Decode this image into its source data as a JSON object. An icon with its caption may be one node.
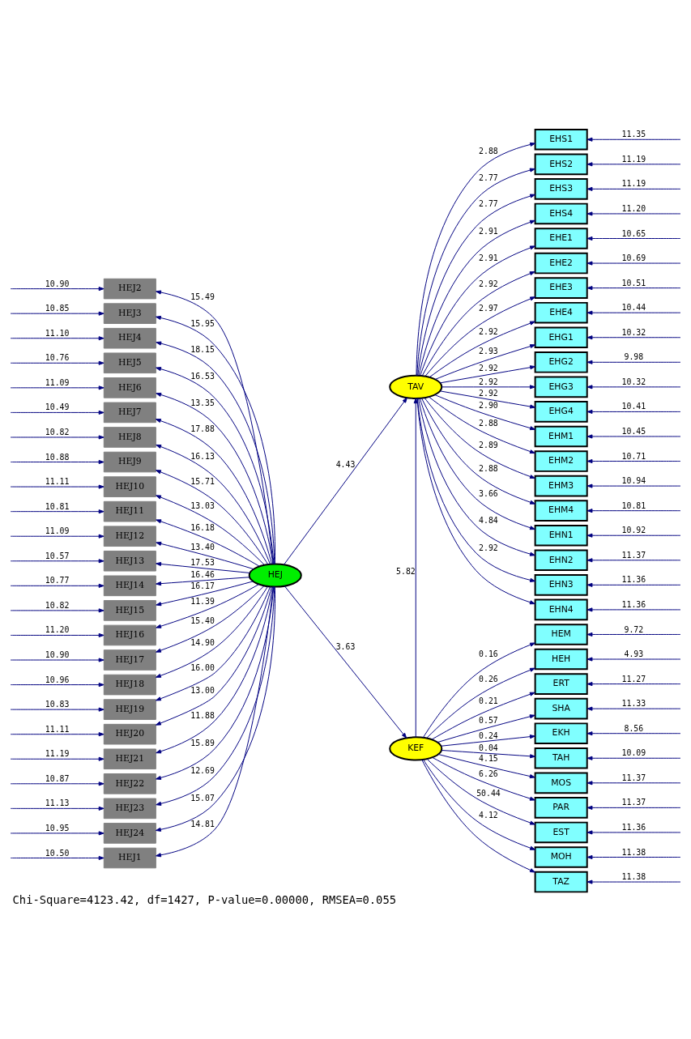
{
  "diagram": {
    "caption": "Chi-Square=4123.42, df=1427, P-value=0.00000, RMSEA=0.055",
    "nodes": [
      {
        "text": [
          "HEJ1"
        ]
      },
      {
        "text": [
          "HEJ2"
        ]
      },
      {
        "text": [
          "HEJ3"
        ]
      },
      {
        "text": [
          "HEJ4"
        ]
      },
      {
        "text": [
          "HEJ5"
        ]
      },
      {
        "text": [
          "HEJ6"
        ]
      },
      {
        "text": [
          "HEJ7"
        ]
      },
      {
        "text": [
          "HEJ8"
        ]
      },
      {
        "text": [
          "HEJ9"
        ]
      },
      {
        "text": [
          "HEJ10"
        ]
      },
      {
        "text": [
          "HEJ11"
        ]
      },
      {
        "text": [
          "HEJ12"
        ]
      },
      {
        "text": [
          "HEJ13"
        ]
      },
      {
        "text": [
          "HEJ14"
        ]
      },
      {
        "text": [
          "HEJ15"
        ]
      },
      {
        "text": [
          "HEJ16"
        ]
      },
      {
        "text": [
          "HEJ17"
        ]
      },
      {
        "text": [
          "HEJ18"
        ]
      },
      {
        "text": [
          "HEJ19"
        ]
      },
      {
        "text": [
          "HEJ20"
        ]
      },
      {
        "text": [
          "HEJ21"
        ]
      },
      {
        "text": [
          "HEJ22"
        ]
      },
      {
        "text": [
          "HEJ23"
        ]
      },
      {
        "text": [
          "HEJ24"
        ]
      },
      {
        "text": [
          "HEJ"
        ]
      },
      {
        "text": [
          "TAV"
        ]
      },
      {
        "text": [
          "KEF"
        ]
      },
      {
        "text": [
          "EHS1"
        ]
      },
      {
        "text": [
          "EHS2"
        ]
      },
      {
        "text": [
          "EHS3"
        ]
      },
      {
        "text": [
          "EHS4"
        ]
      },
      {
        "text": [
          "EHE1"
        ]
      },
      {
        "text": [
          "EHE2"
        ]
      },
      {
        "text": [
          "EHE3"
        ]
      },
      {
        "text": [
          "EHE4"
        ]
      },
      {
        "text": [
          "EHG1"
        ]
      },
      {
        "text": [
          "EHG2"
        ]
      },
      {
        "text": [
          "EHG3"
        ]
      },
      {
        "text": [
          "EHG4"
        ]
      },
      {
        "text": [
          "EHM1"
        ]
      },
      {
        "text": [
          "EHM2"
        ]
      },
      {
        "text": [
          "EHM3"
        ]
      },
      {
        "text": [
          "EHM4"
        ]
      },
      {
        "text": [
          "EHN1"
        ]
      },
      {
        "text": [
          "EHN2"
        ]
      },
      {
        "text": [
          "EHN3"
        ]
      },
      {
        "text": [
          "EHN4"
        ]
      },
      {
        "text": [
          "HEM"
        ]
      },
      {
        "text": [
          "HEH"
        ]
      },
      {
        "text": [
          "ERT"
        ]
      },
      {
        "text": [
          "SHA"
        ]
      },
      {
        "text": [
          "EKH"
        ]
      },
      {
        "text": [
          "TAH"
        ]
      },
      {
        "text": [
          "MOS"
        ]
      },
      {
        "text": [
          "PAR"
        ]
      },
      {
        "text": [
          "EST"
        ]
      },
      {
        "text": [
          "MOH"
        ]
      },
      {
        "text": [
          "TAZ"
        ]
      }
    ],
    "edges": [
      {
        "from": 24,
        "to": 0,
        "arrow": "to",
        "label": "14.81"
      },
      {
        "from": 24,
        "to": 1,
        "arrow": "to",
        "label": "15.49"
      },
      {
        "from": 24,
        "to": 2,
        "arrow": "to",
        "label": "15.95"
      },
      {
        "from": 24,
        "to": 3,
        "arrow": "to",
        "label": "18.15"
      },
      {
        "from": 24,
        "to": 4,
        "arrow": "to",
        "label": "16.53"
      },
      {
        "from": 24,
        "to": 5,
        "arrow": "to",
        "label": "13.35"
      },
      {
        "from": 24,
        "to": 6,
        "arrow": "to",
        "label": "17.88"
      },
      {
        "from": 24,
        "to": 7,
        "arrow": "to",
        "label": "16.13"
      },
      {
        "from": 24,
        "to": 8,
        "arrow": "to",
        "label": "15.71"
      },
      {
        "from": 24,
        "to": 9,
        "arrow": "to",
        "label": "13.03"
      },
      {
        "from": 24,
        "to": 10,
        "arrow": "to",
        "label": "16.18"
      },
      {
        "from": 24,
        "to": 11,
        "arrow": "to",
        "label": "13.40"
      },
      {
        "from": 24,
        "to": 12,
        "arrow": "to",
        "label": "17.53"
      },
      {
        "from": 24,
        "to": 13,
        "arrow": "to",
        "label": "16.46"
      },
      {
        "from": 24,
        "to": 14,
        "arrow": "to",
        "label": "16.17"
      },
      {
        "from": 24,
        "to": 15,
        "arrow": "to",
        "label": "11.39"
      },
      {
        "from": 24,
        "to": 16,
        "arrow": "to",
        "label": "15.40"
      },
      {
        "from": 24,
        "to": 17,
        "arrow": "to",
        "label": "14.90"
      },
      {
        "from": 24,
        "to": 18,
        "arrow": "to",
        "label": "16.00"
      },
      {
        "from": 24,
        "to": 19,
        "arrow": "to",
        "label": "13.00"
      },
      {
        "from": 24,
        "to": 20,
        "arrow": "to",
        "label": "11.88"
      },
      {
        "from": 24,
        "to": 21,
        "arrow": "to",
        "label": "15.89"
      },
      {
        "from": 24,
        "to": 22,
        "arrow": "to",
        "label": "12.69"
      },
      {
        "from": 24,
        "to": 23,
        "arrow": "to",
        "label": "15.07"
      },
      {
        "from": 24,
        "to": 25,
        "arrow": "to",
        "label": "4.43"
      },
      {
        "from": 24,
        "to": 26,
        "arrow": "to",
        "label": "3.63"
      },
      {
        "from": 26,
        "to": 25,
        "arrow": "to",
        "label": "5.82"
      },
      {
        "from": 25,
        "to": 27,
        "arrow": "to",
        "label": "2.88"
      },
      {
        "from": 25,
        "to": 28,
        "arrow": "to",
        "label": "2.77"
      },
      {
        "from": 25,
        "to": 29,
        "arrow": "to",
        "label": "2.77"
      },
      {
        "from": 25,
        "to": 30,
        "arrow": "to",
        "label": "2.91"
      },
      {
        "from": 25,
        "to": 31,
        "arrow": "to",
        "label": "2.91"
      },
      {
        "from": 25,
        "to": 32,
        "arrow": "to",
        "label": "2.92"
      },
      {
        "from": 25,
        "to": 33,
        "arrow": "to",
        "label": "2.97"
      },
      {
        "from": 25,
        "to": 34,
        "arrow": "to",
        "label": "2.92"
      },
      {
        "from": 25,
        "to": 35,
        "arrow": "to",
        "label": "2.93"
      },
      {
        "from": 25,
        "to": 36,
        "arrow": "to",
        "label": "2.92"
      },
      {
        "from": 25,
        "to": 37,
        "arrow": "to",
        "label": "2.92"
      },
      {
        "from": 25,
        "to": 38,
        "arrow": "to",
        "label": "2.92"
      },
      {
        "from": 25,
        "to": 39,
        "arrow": "to",
        "label": "2.90"
      },
      {
        "from": 25,
        "to": 40,
        "arrow": "to",
        "label": "2.88"
      },
      {
        "from": 25,
        "to": 41,
        "arrow": "to",
        "label": "2.89"
      },
      {
        "from": 25,
        "to": 42,
        "arrow": "to",
        "label": "2.88"
      },
      {
        "from": 25,
        "to": 43,
        "arrow": "to",
        "label": "3.66"
      },
      {
        "from": 25,
        "to": 44,
        "arrow": "to",
        "label": "4.84"
      },
      {
        "from": 25,
        "to": 45,
        "arrow": "to",
        "label": "2.92"
      },
      {
        "from": 25,
        "to": 46,
        "arrow": "to"
      },
      {
        "from": 26,
        "to": 47,
        "arrow": "to",
        "label": "0.16"
      },
      {
        "from": 26,
        "to": 48,
        "arrow": "to",
        "label": "0.26"
      },
      {
        "from": 26,
        "to": 49,
        "arrow": "to",
        "label": "0.21"
      },
      {
        "from": 26,
        "to": 50,
        "arrow": "to",
        "label": "0.57"
      },
      {
        "from": 26,
        "to": 51,
        "arrow": "to",
        "label": "0.24"
      },
      {
        "from": 26,
        "to": 52,
        "arrow": "to",
        "label": "0.04"
      },
      {
        "from": 26,
        "to": 53,
        "arrow": "to",
        "label": "4.15"
      },
      {
        "from": 26,
        "to": 54,
        "arrow": "to",
        "label": "6.26"
      },
      {
        "from": 26,
        "to": 55,
        "arrow": "to",
        "label": "50.44"
      },
      {
        "from": 26,
        "to": 56,
        "arrow": "to",
        "label": "4.12"
      },
      {
        "from": 26,
        "to": 57,
        "arrow": "to"
      },
      {
        "from": null,
        "to": 0,
        "arrow": "to",
        "label": "10.50"
      },
      {
        "from": null,
        "to": 1,
        "arrow": "to",
        "label": "10.90"
      },
      {
        "from": null,
        "to": 2,
        "arrow": "to",
        "label": "10.85"
      },
      {
        "from": null,
        "to": 3,
        "arrow": "to",
        "label": "11.10"
      },
      {
        "from": null,
        "to": 4,
        "arrow": "to",
        "label": "10.76"
      },
      {
        "from": null,
        "to": 5,
        "arrow": "to",
        "label": "11.09"
      },
      {
        "from": null,
        "to": 6,
        "arrow": "to",
        "label": "10.49"
      },
      {
        "from": null,
        "to": 7,
        "arrow": "to",
        "label": "10.82"
      },
      {
        "from": null,
        "to": 8,
        "arrow": "to",
        "label": "10.88"
      },
      {
        "from": null,
        "to": 9,
        "arrow": "to",
        "label": "11.11"
      },
      {
        "from": null,
        "to": 10,
        "arrow": "to",
        "label": "10.81"
      },
      {
        "from": null,
        "to": 11,
        "arrow": "to",
        "label": "11.09"
      },
      {
        "from": null,
        "to": 12,
        "arrow": "to",
        "label": "10.57"
      },
      {
        "from": null,
        "to": 13,
        "arrow": "to",
        "label": "10.77"
      },
      {
        "from": null,
        "to": 14,
        "arrow": "to",
        "label": "10.82"
      },
      {
        "from": null,
        "to": 15,
        "arrow": "to",
        "label": "11.20"
      },
      {
        "from": null,
        "to": 16,
        "arrow": "to",
        "label": "10.90"
      },
      {
        "from": null,
        "to": 17,
        "arrow": "to",
        "label": "10.96"
      },
      {
        "from": null,
        "to": 18,
        "arrow": "to",
        "label": "10.83"
      },
      {
        "from": null,
        "to": 19,
        "arrow": "to",
        "label": "11.11"
      },
      {
        "from": null,
        "to": 20,
        "arrow": "to",
        "label": "11.19"
      },
      {
        "from": null,
        "to": 21,
        "arrow": "to",
        "label": "10.87"
      },
      {
        "from": null,
        "to": 22,
        "arrow": "to",
        "label": "11.13"
      },
      {
        "from": null,
        "to": 23,
        "arrow": "to",
        "label": "10.95"
      },
      {
        "from": null,
        "to": 27,
        "arrow": "to",
        "label": "11.35"
      },
      {
        "from": null,
        "to": 28,
        "arrow": "to",
        "label": "11.19"
      },
      {
        "from": null,
        "to": 29,
        "arrow": "to",
        "label": "11.19"
      },
      {
        "from": null,
        "to": 30,
        "arrow": "to",
        "label": "11.20"
      },
      {
        "from": null,
        "to": 31,
        "arrow": "to",
        "label": "10.65"
      },
      {
        "from": null,
        "to": 32,
        "arrow": "to",
        "label": "10.69"
      },
      {
        "from": null,
        "to": 33,
        "arrow": "to",
        "label": "10.51"
      },
      {
        "from": null,
        "to": 34,
        "arrow": "to",
        "label": "10.44"
      },
      {
        "from": null,
        "to": 35,
        "arrow": "to",
        "label": "10.32"
      },
      {
        "from": null,
        "to": 36,
        "arrow": "to",
        "label": "9.98"
      },
      {
        "from": null,
        "to": 37,
        "arrow": "to",
        "label": "10.32"
      },
      {
        "from": null,
        "to": 38,
        "arrow": "to",
        "label": "10.41"
      },
      {
        "from": null,
        "to": 39,
        "arrow": "to",
        "label": "10.45"
      },
      {
        "from": null,
        "to": 40,
        "arrow": "to",
        "label": "10.71"
      },
      {
        "from": null,
        "to": 41,
        "arrow": "to",
        "label": "10.94"
      },
      {
        "from": null,
        "to": 42,
        "arrow": "to",
        "label": "10.81"
      },
      {
        "from": null,
        "to": 43,
        "arrow": "to",
        "label": "10.92"
      },
      {
        "from": null,
        "to": 44,
        "arrow": "to",
        "label": "11.37"
      },
      {
        "from": null,
        "to": 45,
        "arrow": "to",
        "label": "11.36"
      },
      {
        "from": null,
        "to": 46,
        "arrow": "to",
        "label": "11.36"
      },
      {
        "from": null,
        "to": 47,
        "arrow": "to",
        "label": "9.72"
      },
      {
        "from": null,
        "to": 48,
        "arrow": "to",
        "label": "4.93"
      },
      {
        "from": null,
        "to": 49,
        "arrow": "to",
        "label": "11.27"
      },
      {
        "from": null,
        "to": 50,
        "arrow": "to",
        "label": "11.33"
      },
      {
        "from": null,
        "to": 51,
        "arrow": "to",
        "label": "8.56"
      },
      {
        "from": null,
        "to": 52,
        "arrow": "to",
        "label": "10.09"
      },
      {
        "from": null,
        "to": 53,
        "arrow": "to",
        "label": "11.37"
      },
      {
        "from": null,
        "to": 54,
        "arrow": "to",
        "label": "11.37"
      },
      {
        "from": null,
        "to": 55,
        "arrow": "to",
        "label": "11.36"
      },
      {
        "from": null,
        "to": 56,
        "arrow": "to",
        "label": "11.38"
      },
      {
        "from": null,
        "to": 57,
        "arrow": "to",
        "label": "11.38"
      }
    ]
  }
}
